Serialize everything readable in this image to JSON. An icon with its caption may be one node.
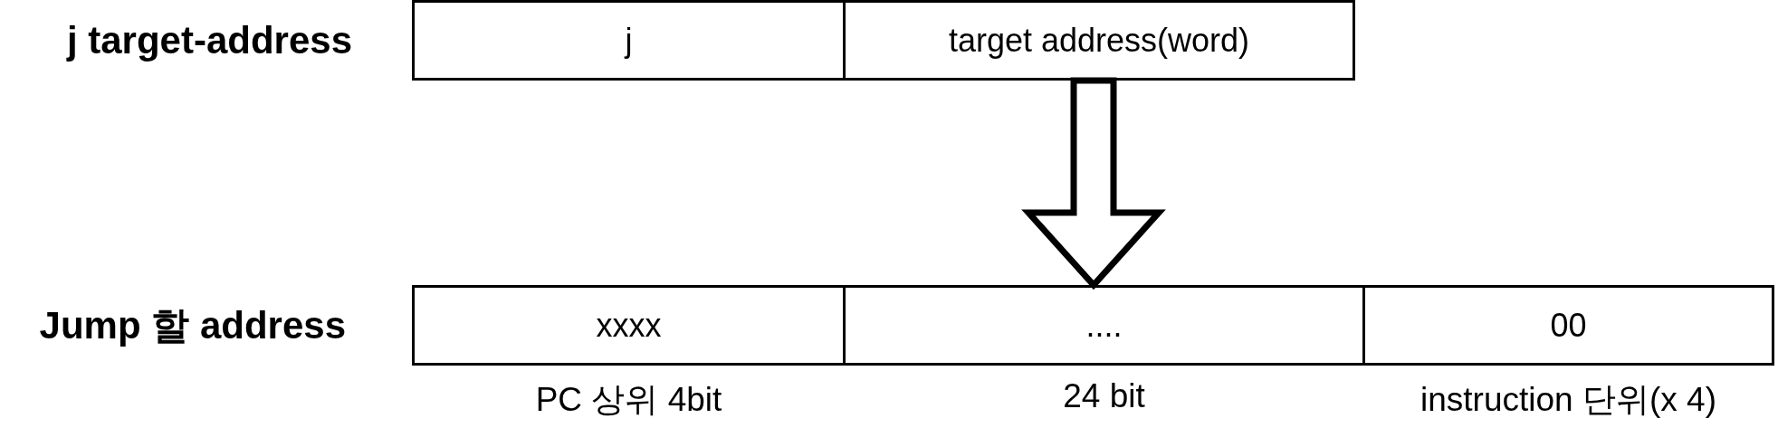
{
  "diagram": {
    "nodes": [
      {
        "text": [
          "j target-address"
        ]
      },
      {
        "text": [
          "j"
        ],
        "in": 0
      },
      {
        "text": [
          "target address(word)"
        ],
        "in": 0
      },
      {
        "text": [
          "Jump 할 address"
        ]
      },
      {
        "text": [
          "xxxx"
        ],
        "in": 3,
        "beside": [
          "PC 상위 4bit"
        ]
      },
      {
        "text": [
          "...."
        ],
        "in": 3,
        "beside": [
          "24 bit"
        ]
      },
      {
        "text": [
          "00"
        ],
        "in": 3,
        "beside": [
          "instruction 단위(x 4)"
        ]
      }
    ],
    "edges": [
      {
        "from": 0,
        "to": 3,
        "arrow": "to",
        "style": "thick"
      }
    ]
  }
}
